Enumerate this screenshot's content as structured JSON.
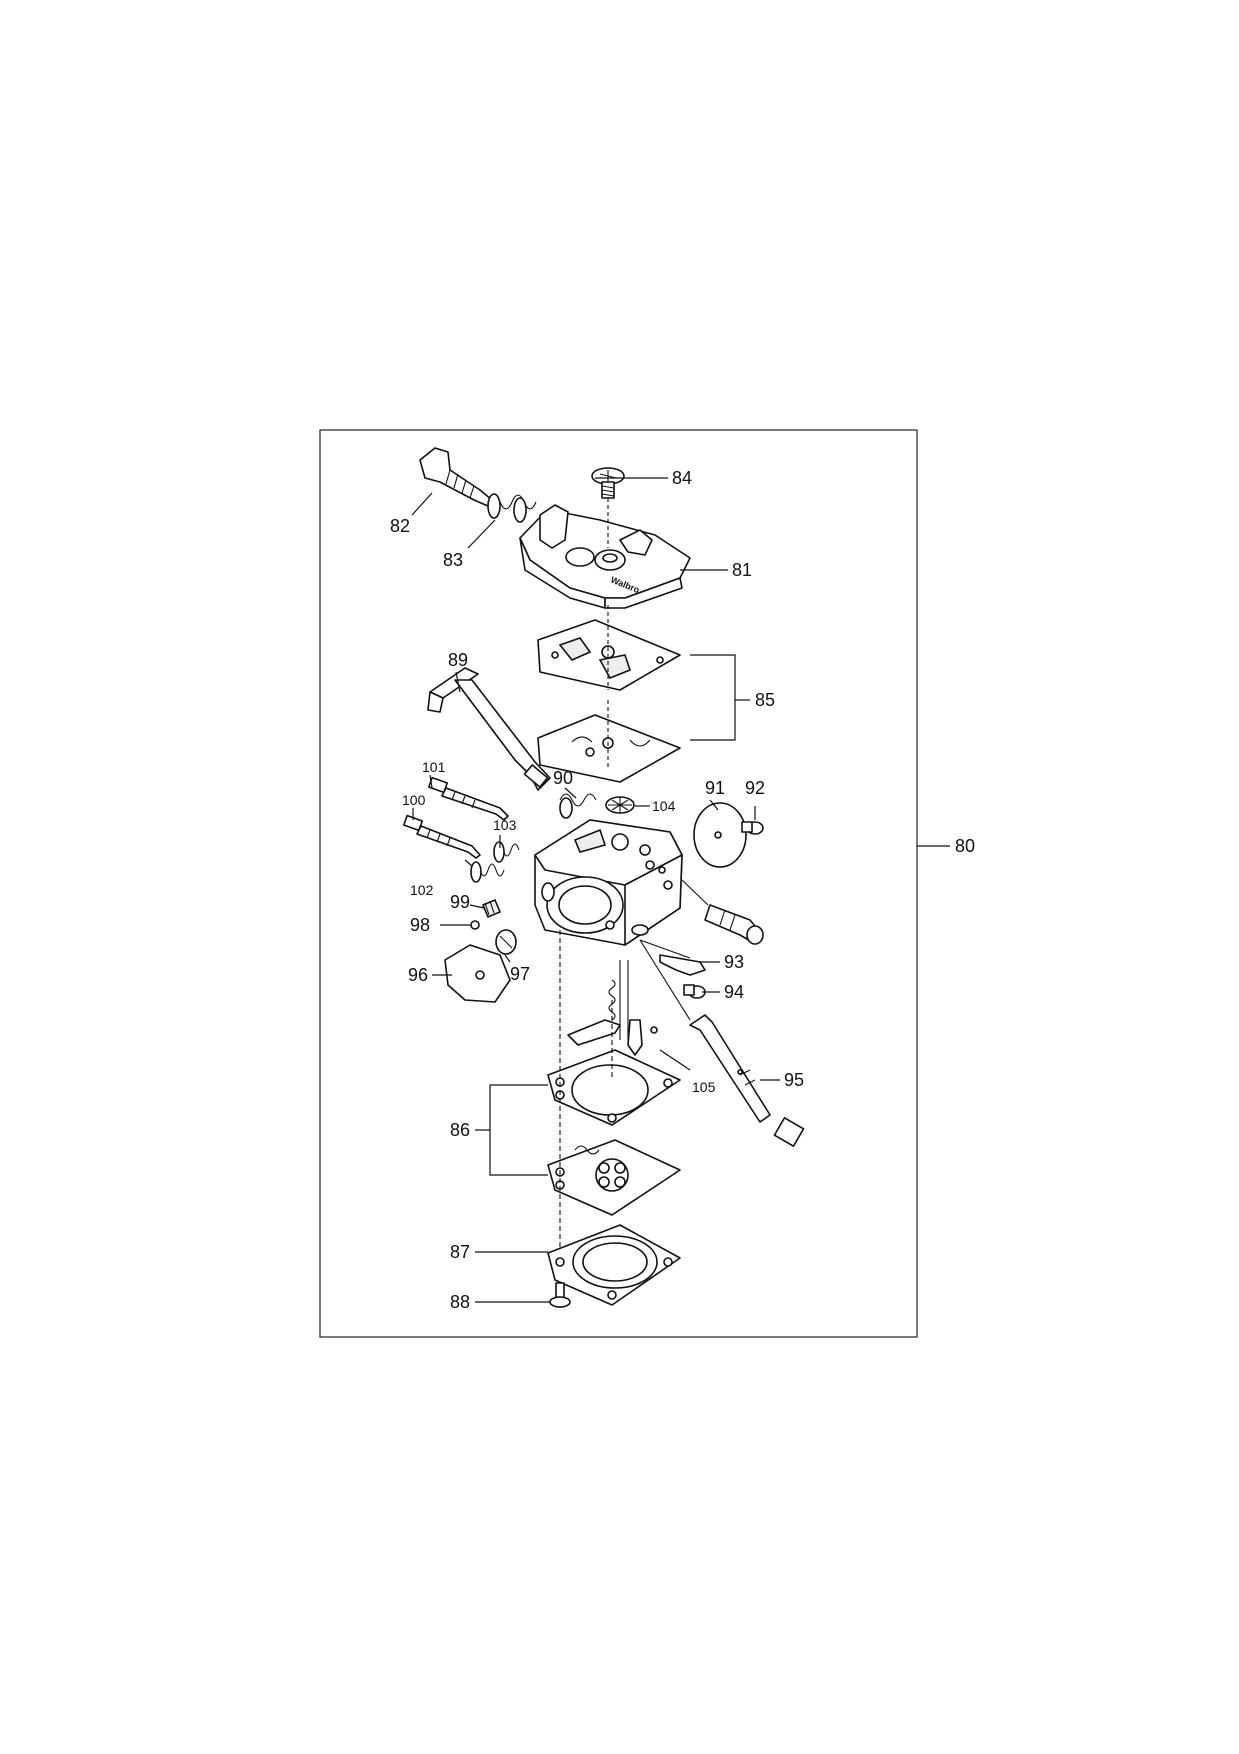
{
  "assembly": {
    "number": "80"
  },
  "brand_marking": "Walbro",
  "callouts": {
    "c81": "81",
    "c82": "82",
    "c83": "83",
    "c84": "84",
    "c85": "85",
    "c86": "86",
    "c87": "87",
    "c88": "88",
    "c89": "89",
    "c90": "90",
    "c91": "91",
    "c92": "92",
    "c93": "93",
    "c94": "94",
    "c95": "95",
    "c96": "96",
    "c97": "97",
    "c98": "98",
    "c99": "99",
    "c100": "100",
    "c101": "101",
    "c102": "102",
    "c103": "103",
    "c104": "104",
    "c105": "105"
  }
}
